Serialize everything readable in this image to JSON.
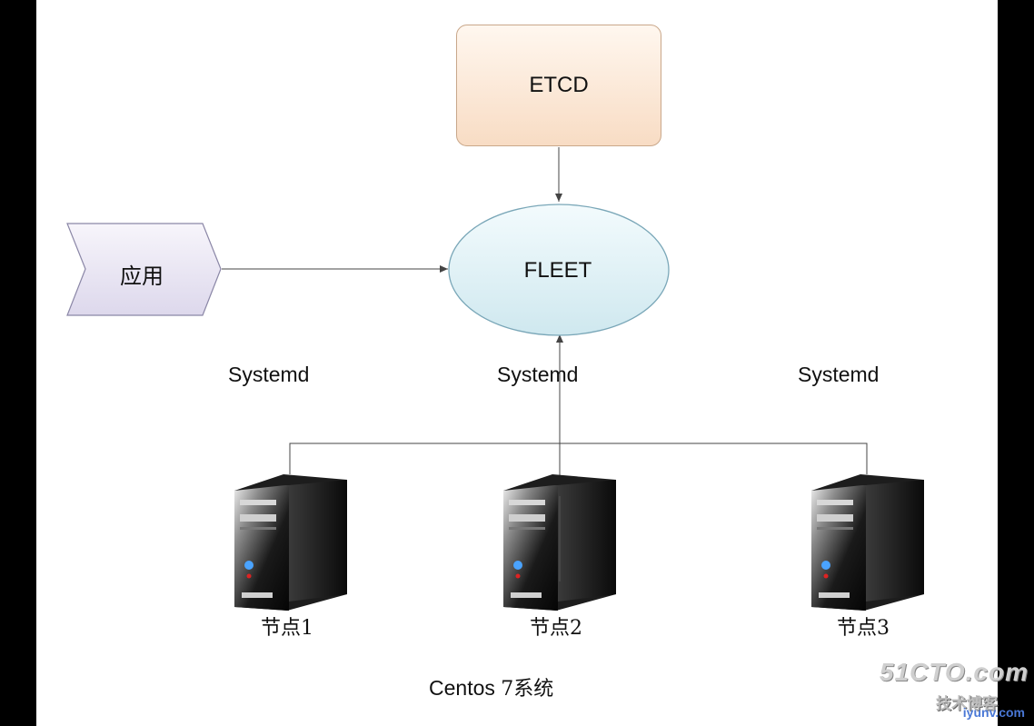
{
  "nodes": {
    "etcd": "ETCD",
    "fleet": "FLEET",
    "app": "应用",
    "systemd_1": "Systemd",
    "systemd_2": "Systemd",
    "systemd_3": "Systemd",
    "server_1": "节点1",
    "server_2": "节点2",
    "server_3": "节点3"
  },
  "footer": {
    "os_name": "Centos",
    "os_version": "7系统"
  },
  "watermark": {
    "site": "51CTO.com",
    "sub": "技术博客",
    "domain": "iyunv.com"
  },
  "colors": {
    "etcd_fill": "#fbe3cf",
    "fleet_fill": "#dff0f4",
    "app_fill": "#ebe8f4",
    "connector": "#444444",
    "frame": "#000000"
  },
  "icons": {
    "server": "server-tower-icon"
  }
}
